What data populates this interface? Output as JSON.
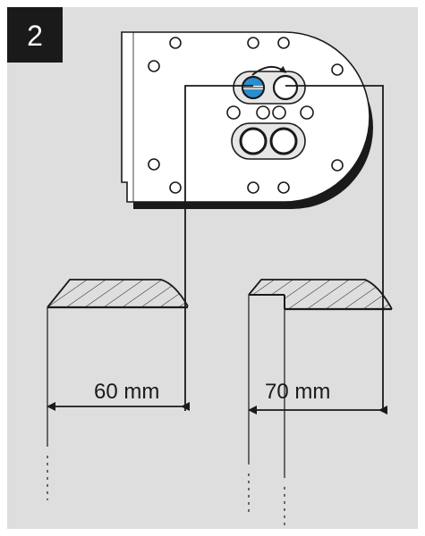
{
  "step": {
    "number": "2"
  },
  "labels": {
    "left_distance": "60 mm",
    "right_distance": "70 mm"
  },
  "icons": {
    "rotation": "rotate-arrow-icon",
    "screw": "screw-icon"
  },
  "colors": {
    "background": "#dedede",
    "panel": "#ffffff",
    "line": "#1a1a1a",
    "screw": "#2a8fd0",
    "step_badge": "#1a1a1a"
  }
}
